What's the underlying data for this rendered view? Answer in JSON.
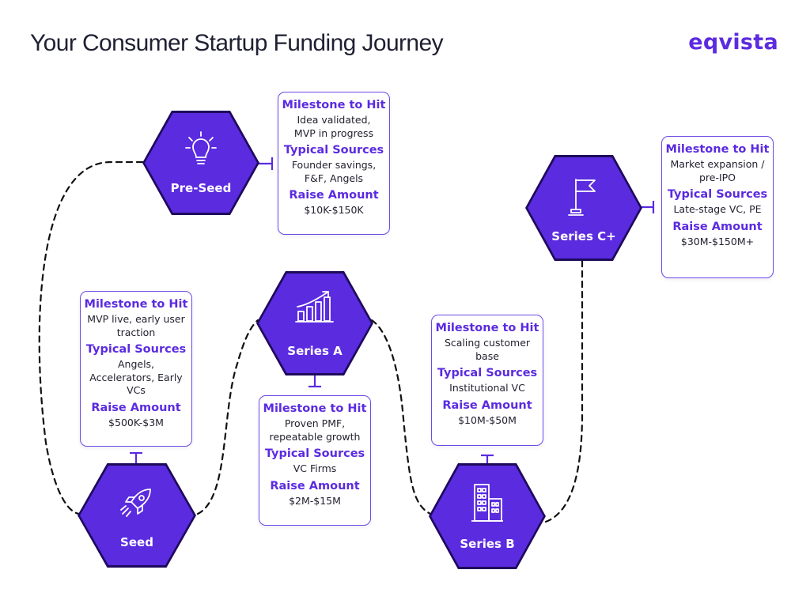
{
  "header": {
    "title": "Your Consumer Startup Funding Journey",
    "brand": "eqvista"
  },
  "colors": {
    "accent": "#5b2be0",
    "hex_border": "#1e0a5c",
    "card_border": "#6d4be6",
    "text": "#1f2033"
  },
  "headings": {
    "milestone": "Milestone to Hit",
    "sources": "Typical Sources",
    "raise": "Raise Amount"
  },
  "stages": [
    {
      "key": "preseed",
      "label": "Pre-Seed",
      "icon": "lightbulb-icon",
      "milestone": "Idea validated, MVP in progress",
      "sources": "Founder savings, F&F, Angels",
      "raise": "$10K-$150K"
    },
    {
      "key": "seed",
      "label": "Seed",
      "icon": "rocket-icon",
      "milestone": "MVP live, early user traction",
      "sources": "Angels, Accelerators, Early VCs",
      "raise": "$500K-$3M"
    },
    {
      "key": "seriesa",
      "label": "Series A",
      "icon": "growth-chart-icon",
      "milestone": "Proven PMF, repeatable growth",
      "sources": "VC Firms",
      "raise": "$2M-$15M"
    },
    {
      "key": "seriesb",
      "label": "Series B",
      "icon": "buildings-icon",
      "milestone": "Scaling customer base",
      "sources": "Institutional VC",
      "raise": "$10M-$50M"
    },
    {
      "key": "seriesc",
      "label": "Series C+",
      "icon": "flag-icon",
      "milestone": "Market expansion / pre-IPO",
      "sources": "Late-stage VC, PE",
      "raise": "$30M-$150M+"
    }
  ]
}
